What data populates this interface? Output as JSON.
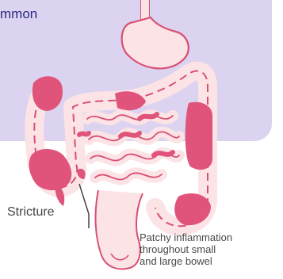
{
  "panel": {
    "text": "mmon"
  },
  "labels": {
    "stricture": "Stricture",
    "patchy_line1": "Patchy inflammation",
    "patchy_line2": "throughout small",
    "patchy_line3": "and large bowel"
  },
  "colors": {
    "panel_bg": "#dcd3f0",
    "panel_text": "#2e2a7f",
    "inflamed": "#e0537a",
    "tissue_light": "#fbe3e6",
    "outline": "#d94f73"
  },
  "icons": {
    "diagram": "bowel-anatomy-illustration"
  }
}
